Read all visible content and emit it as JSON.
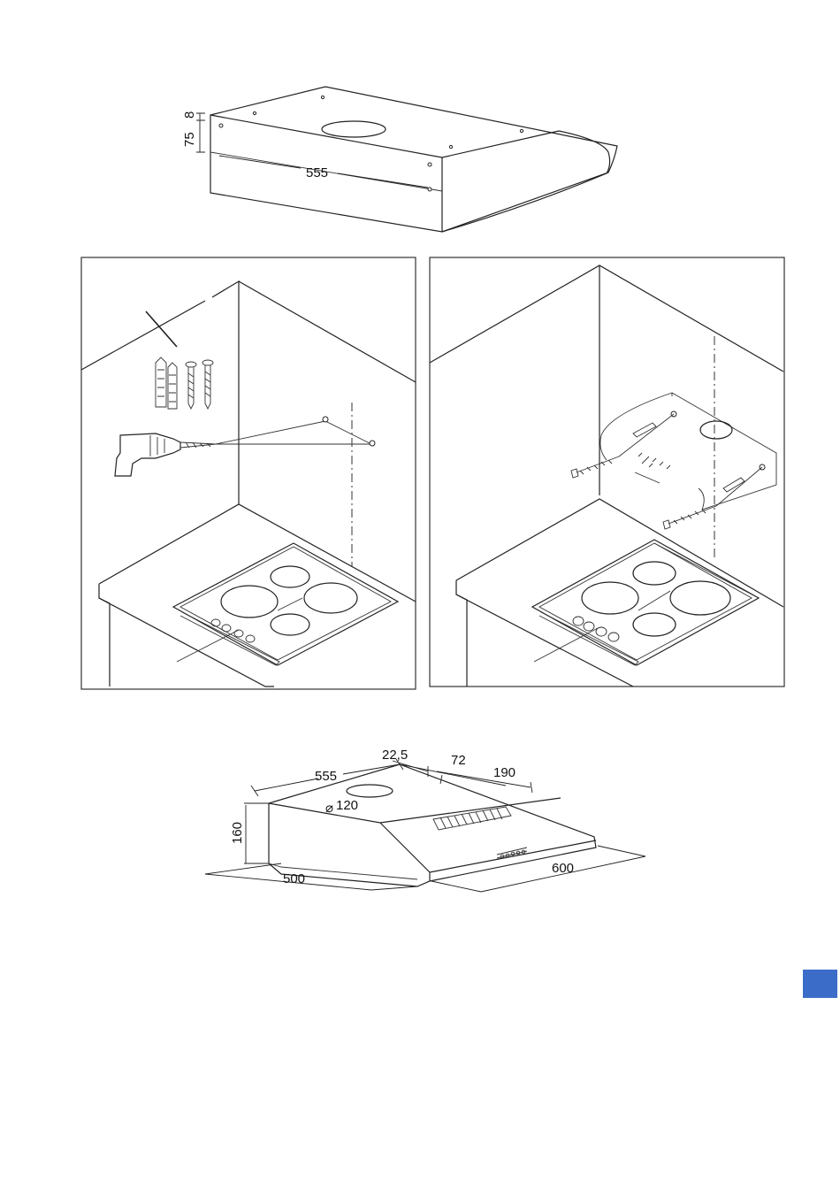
{
  "top_diagram": {
    "dim_thickness": "8",
    "dim_height": "75",
    "dim_width": "555"
  },
  "bottom_diagram": {
    "dim_depth_top": "555",
    "dim_offset": "22,5",
    "dim_duct_center": "72",
    "dim_rear": "190",
    "dim_duct_diameter": "120",
    "dim_height": "160",
    "dim_depth": "500",
    "dim_width": "600"
  },
  "page_tab": {
    "color": "#3b6cc7"
  }
}
